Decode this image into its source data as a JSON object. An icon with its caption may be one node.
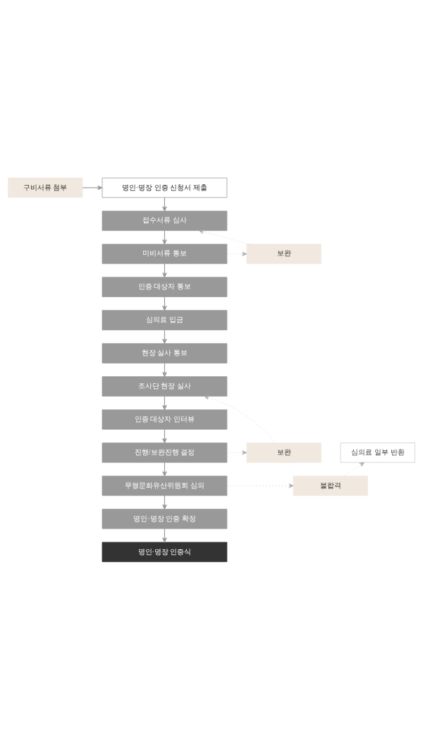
{
  "diagram": {
    "nodes": [
      {
        "text": [
          "명인·명장 인증 신청서 제출"
        ]
      },
      {
        "text": [
          "구비서류 첨부"
        ]
      },
      {
        "text": [
          "접수서류 심사"
        ]
      },
      {
        "text": [
          "미비서류 통보"
        ]
      },
      {
        "text": [
          "보완"
        ]
      },
      {
        "text": [
          "인증 대상자 통보"
        ]
      },
      {
        "text": [
          "심의료 입금"
        ]
      },
      {
        "text": [
          "현장 실사 통보"
        ]
      },
      {
        "text": [
          "조사단 현장 실사"
        ]
      },
      {
        "text": [
          "인증 대상자 인터뷰"
        ]
      },
      {
        "text": [
          "심의료 일부 반환"
        ]
      },
      {
        "text": [
          "진행/보완진행 결정"
        ]
      },
      {
        "text": [
          "보완"
        ]
      },
      {
        "text": [
          "불합격"
        ]
      },
      {
        "text": [
          "무형문화유산위원회 심의"
        ]
      },
      {
        "text": [
          "명인·명장 인증 확정"
        ]
      },
      {
        "text": [
          "명인·명장 인증식"
        ]
      }
    ],
    "edges": [
      {
        "from": 1,
        "to": 0,
        "arrow": "to"
      },
      {
        "from": 0,
        "to": 2,
        "arrow": "to"
      },
      {
        "from": 2,
        "to": 3,
        "arrow": "to"
      },
      {
        "from": 3,
        "to": 4,
        "arrow": "to",
        "style": "dashed"
      },
      {
        "from": 4,
        "to": 2,
        "arrow": "to",
        "style": "dashed"
      },
      {
        "from": 3,
        "to": 5,
        "arrow": "to"
      },
      {
        "from": 5,
        "to": 6,
        "arrow": "to"
      },
      {
        "from": 6,
        "to": 7,
        "arrow": "to"
      },
      {
        "from": 7,
        "to": 8,
        "arrow": "to"
      },
      {
        "from": 8,
        "to": 9,
        "arrow": "to"
      },
      {
        "from": 9,
        "to": 11,
        "arrow": "to"
      },
      {
        "from": 11,
        "to": 12,
        "arrow": "to",
        "style": "dashed"
      },
      {
        "from": 12,
        "to": 8,
        "arrow": "to",
        "style": "dashed"
      },
      {
        "from": 11,
        "to": 14,
        "arrow": "to"
      },
      {
        "from": 14,
        "to": 13,
        "arrow": "to",
        "style": "dashed"
      },
      {
        "from": 13,
        "to": 10,
        "arrow": "to",
        "style": "dashed"
      },
      {
        "from": 14,
        "to": 15,
        "arrow": "to"
      },
      {
        "from": 15,
        "to": 16,
        "arrow": "to"
      }
    ]
  }
}
